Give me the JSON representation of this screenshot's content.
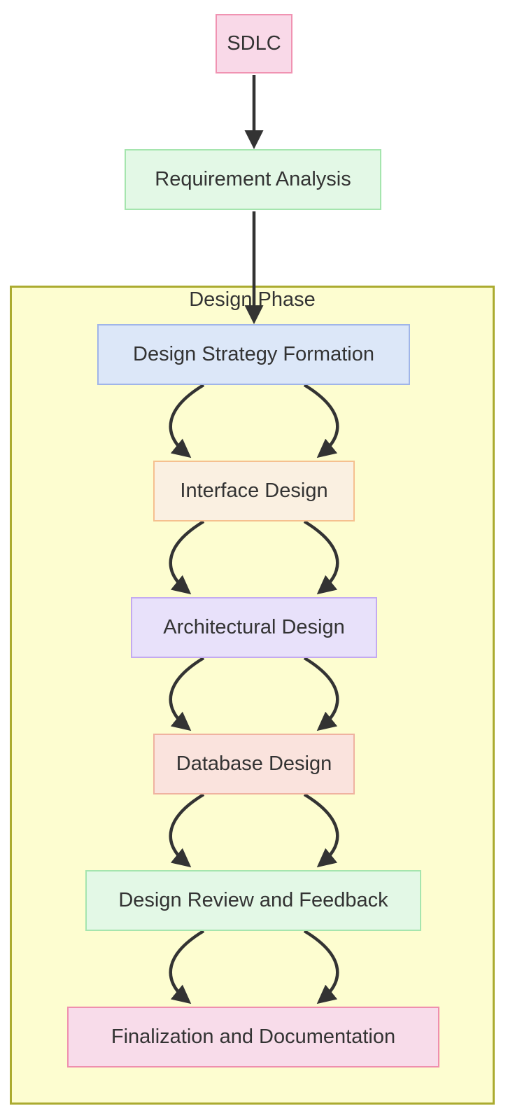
{
  "diagram": {
    "type": "flowchart",
    "direction": "top-down",
    "edge_color": "#333333",
    "nodes": {
      "sdlc": {
        "label": "SDLC",
        "fill": "#f9d9e8",
        "border": "#f093b2"
      },
      "req": {
        "label": "Requirement Analysis",
        "fill": "#e3f8e6",
        "border": "#a5e5ae"
      },
      "dsf": {
        "label": "Design Strategy Formation",
        "fill": "#dce7f8",
        "border": "#a0b5e8"
      },
      "intf": {
        "label": "Interface Design",
        "fill": "#faf0e1",
        "border": "#f5c08f"
      },
      "arch": {
        "label": "Architectural Design",
        "fill": "#e8e1fa",
        "border": "#c3aaf0"
      },
      "db": {
        "label": "Database Design",
        "fill": "#fae3dd",
        "border": "#efb2a0"
      },
      "rev": {
        "label": "Design Review and Feedback",
        "fill": "#e3f8e6",
        "border": "#a5e5ae"
      },
      "fin": {
        "label": "Finalization and Documentation",
        "fill": "#f8dcea",
        "border": "#ef8fae"
      }
    },
    "subgraph": {
      "label": "Design Phase",
      "fill": "#fdfdd0",
      "border": "#abab30",
      "contains": [
        "dsf",
        "intf",
        "arch",
        "db",
        "rev",
        "fin"
      ]
    },
    "edges": [
      {
        "from": "SDLC",
        "to": "Requirement Analysis",
        "style": "straight-arrow"
      },
      {
        "from": "Requirement Analysis",
        "to": "Design Strategy Formation",
        "style": "straight-arrow"
      },
      {
        "from": "Design Strategy Formation",
        "to": "Interface Design",
        "style": "double-curved-arrow"
      },
      {
        "from": "Interface Design",
        "to": "Architectural Design",
        "style": "double-curved-arrow"
      },
      {
        "from": "Architectural Design",
        "to": "Database Design",
        "style": "double-curved-arrow"
      },
      {
        "from": "Database Design",
        "to": "Design Review and Feedback",
        "style": "double-curved-arrow"
      },
      {
        "from": "Design Review and Feedback",
        "to": "Finalization and Documentation",
        "style": "double-curved-arrow"
      }
    ]
  }
}
